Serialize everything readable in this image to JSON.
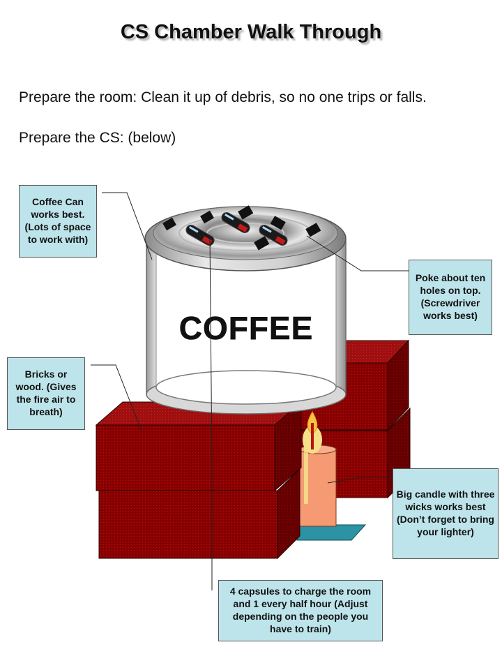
{
  "title": "CS Chamber Walk Through",
  "intro": {
    "line1": "Prepare the room: Clean it up of debris, so no one trips or falls.",
    "line2": "Prepare the CS: (below)"
  },
  "can": {
    "label": "COFFEE"
  },
  "callouts": {
    "coffee_can": "Coffee Can works best. (Lots of space to work with)",
    "holes": "Poke about ten holes on top. (Screwdriver works best)",
    "bricks": "Bricks or wood. (Gives the fire air to breath)",
    "candle": "Big candle with three wicks works best (Don’t forget to bring your lighter)",
    "capsules": "4 capsules to charge the room and 1 every half hour (Adjust depending on the people you have to train)"
  },
  "colors": {
    "brick": "#8b0000",
    "callout_fill": "#bde4ea",
    "candle": "#f59a73",
    "flame": "#f4df8a",
    "tray": "#2b93a3"
  }
}
